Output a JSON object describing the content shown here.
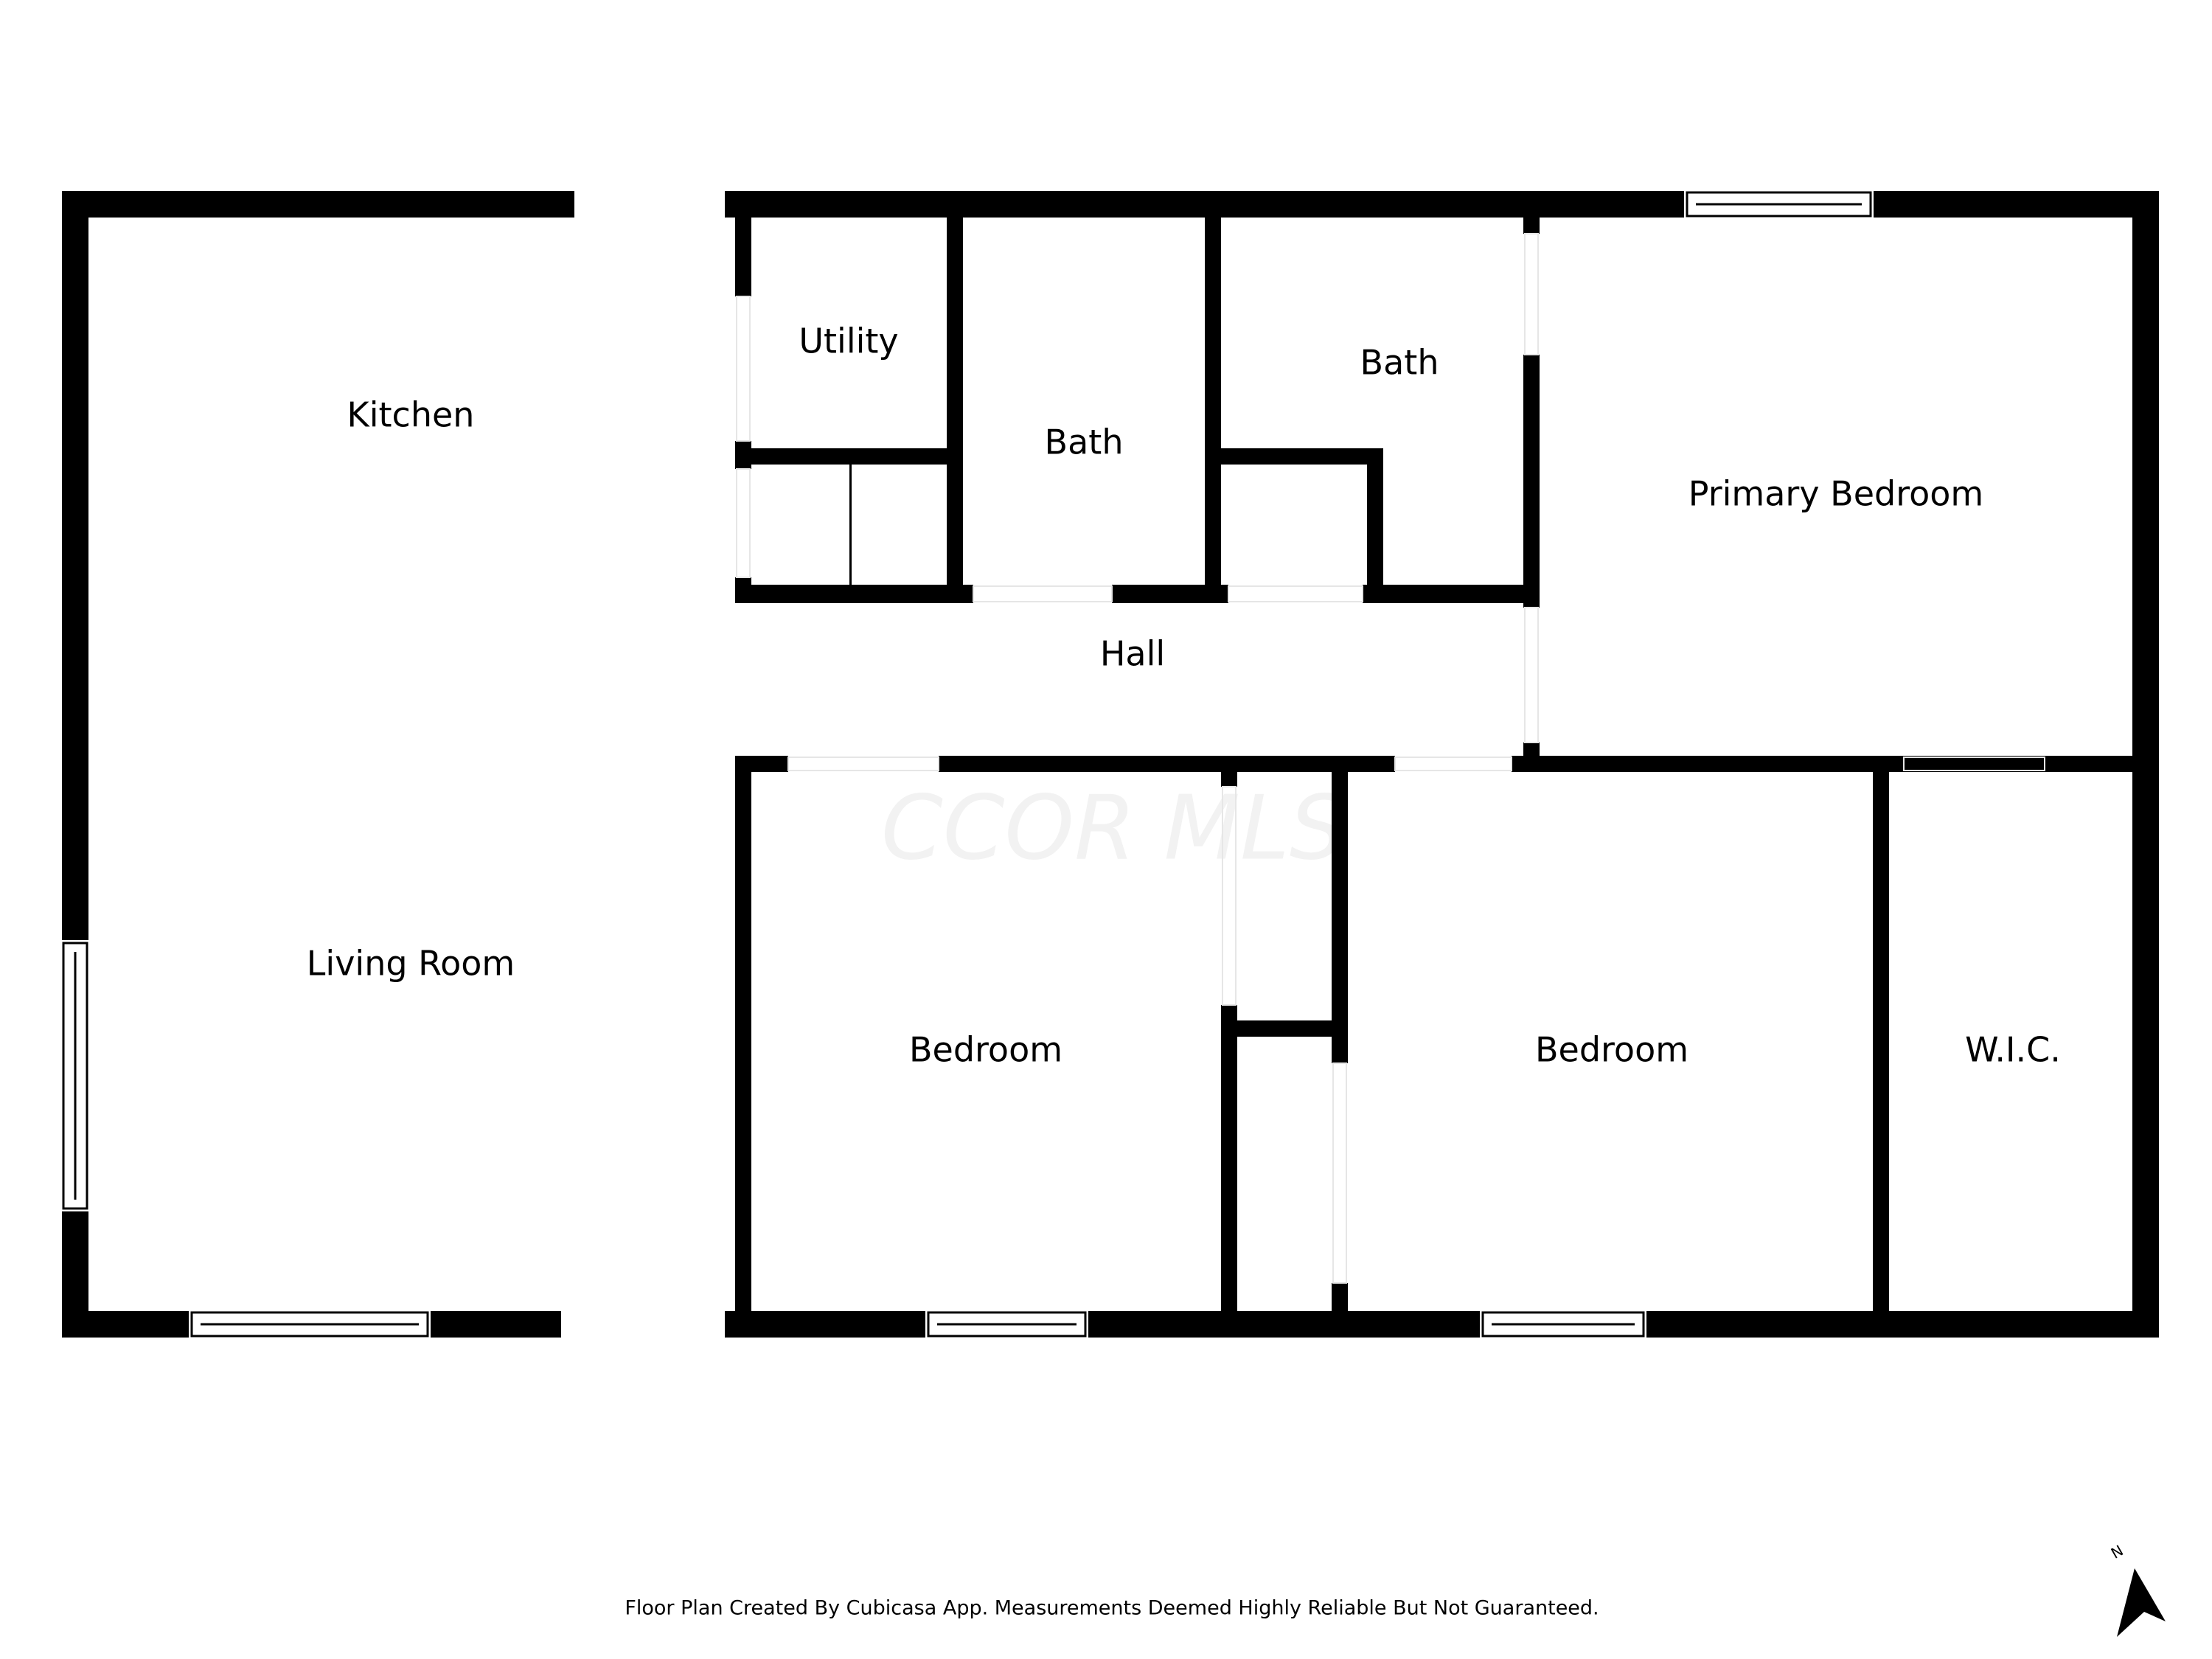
{
  "watermark": "CCOR MLS",
  "rooms": {
    "kitchen": "Kitchen",
    "living_room": "Living Room",
    "utility": "Utility",
    "bath_1": "Bath",
    "bath_2": "Bath",
    "primary_bedroom": "Primary Bedroom",
    "hall": "Hall",
    "bedroom_1": "Bedroom",
    "bedroom_2": "Bedroom",
    "wic": "W.I.C."
  },
  "footer": {
    "note": "Floor Plan Created By Cubicasa App. Measurements Deemed Highly Reliable But Not Guaranteed."
  },
  "compass": {
    "north_label": "N",
    "icon": "north-arrow-icon"
  },
  "colors": {
    "wall": "#000000",
    "background": "#ffffff",
    "watermark": "#f2f2f2"
  }
}
